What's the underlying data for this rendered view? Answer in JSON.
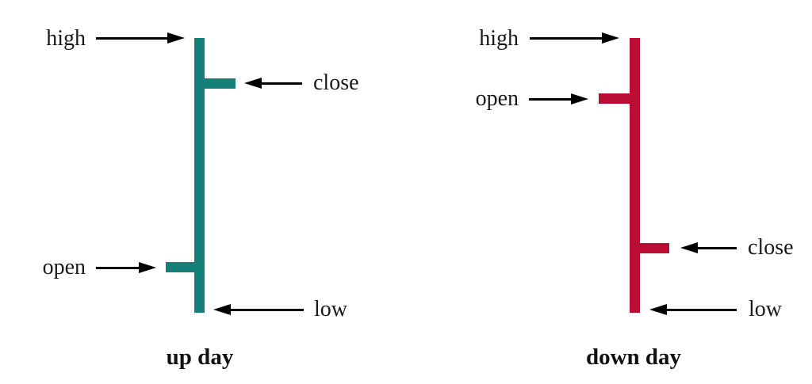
{
  "colors": {
    "up": "#15807a",
    "down": "#bb0d33",
    "arrow": "#000000",
    "ink": "#1a1a1a"
  },
  "panels": [
    {
      "caption": "up day",
      "labels": {
        "high": "high",
        "close": "close",
        "open": "open",
        "low": "low"
      }
    },
    {
      "caption": "down day",
      "labels": {
        "high": "high",
        "open": "open",
        "close": "close",
        "low": "low"
      }
    }
  ]
}
